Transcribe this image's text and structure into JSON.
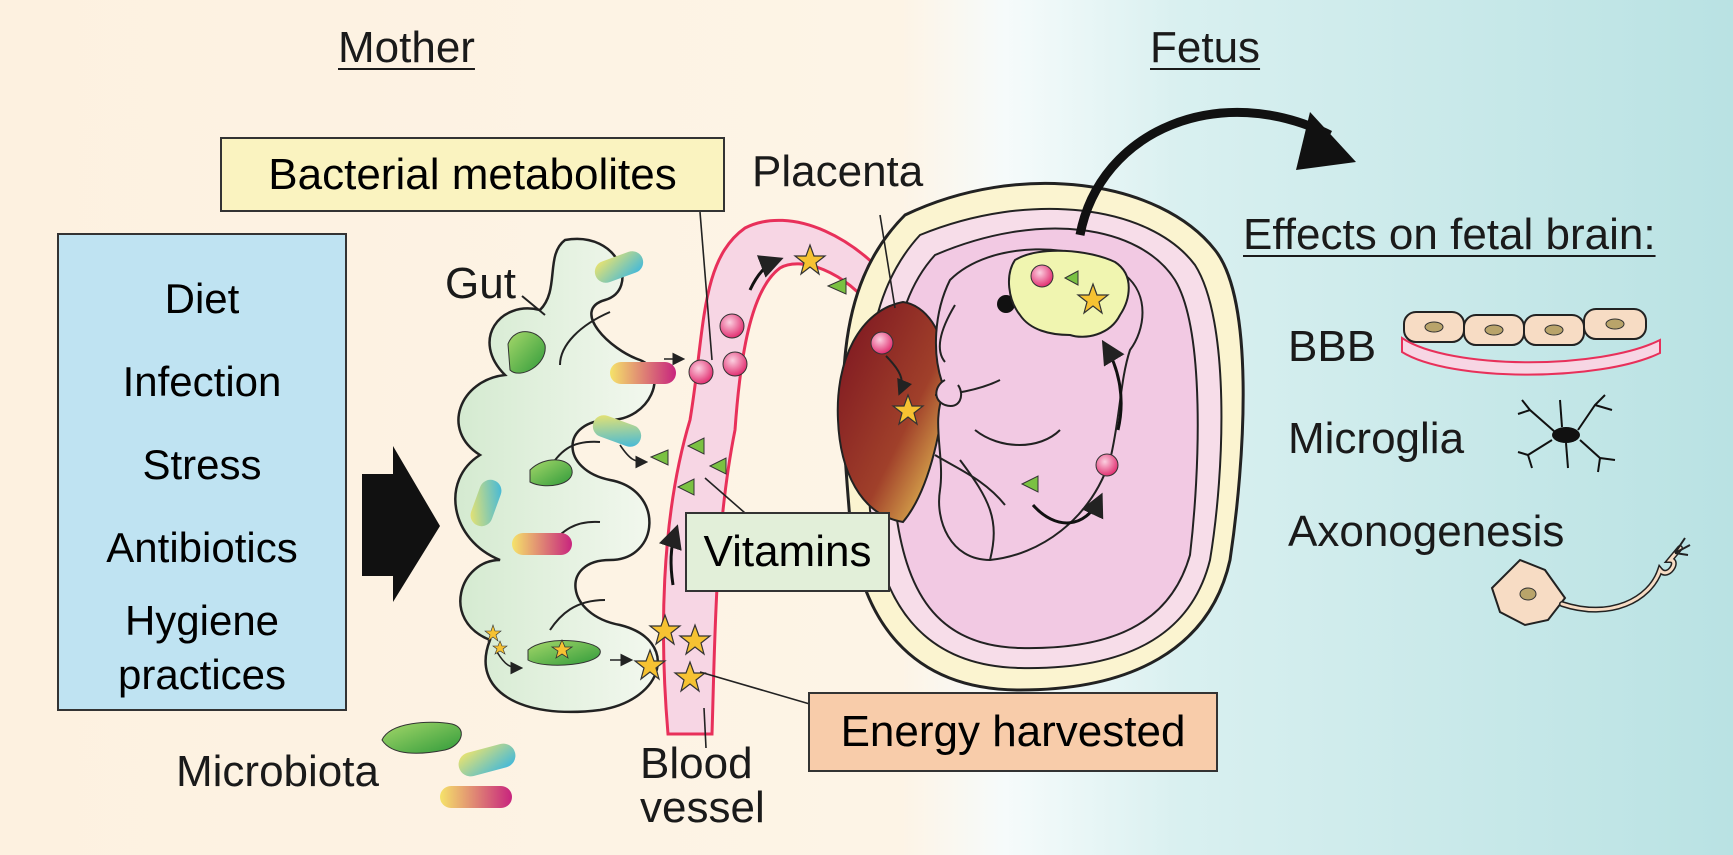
{
  "headers": {
    "mother": "Mother",
    "fetus": "Fetus"
  },
  "factors": [
    "Diet",
    "Infection",
    "Stress",
    "Antibiotics"
  ],
  "factor_multi": [
    "Hygiene",
    "practices"
  ],
  "labels": {
    "bacterial_metabolites": "Bacterial metabolites",
    "placenta": "Placenta",
    "gut": "Gut",
    "vitamins": "Vitamins",
    "energy_harvested": "Energy harvested",
    "microbiota": "Microbiota",
    "blood_vessel_1": "Blood",
    "blood_vessel_2": "vessel"
  },
  "effects": {
    "title": "Effects on fetal brain:",
    "items": [
      "BBB",
      "Microglia",
      "Axonogenesis"
    ]
  },
  "colors": {
    "factors_box": "#bfe3f2",
    "metabolites_box": "#faf3c0",
    "vitamins_box": "#e2efd9",
    "energy_box": "#f8ccaa",
    "blood_vessel": "#f7d6e4",
    "vessel_outline": "#e8305a",
    "placenta": "#8a1a2a",
    "fetus_skin": "#f2c9e3",
    "fetal_brain": "#f0f5b0"
  }
}
